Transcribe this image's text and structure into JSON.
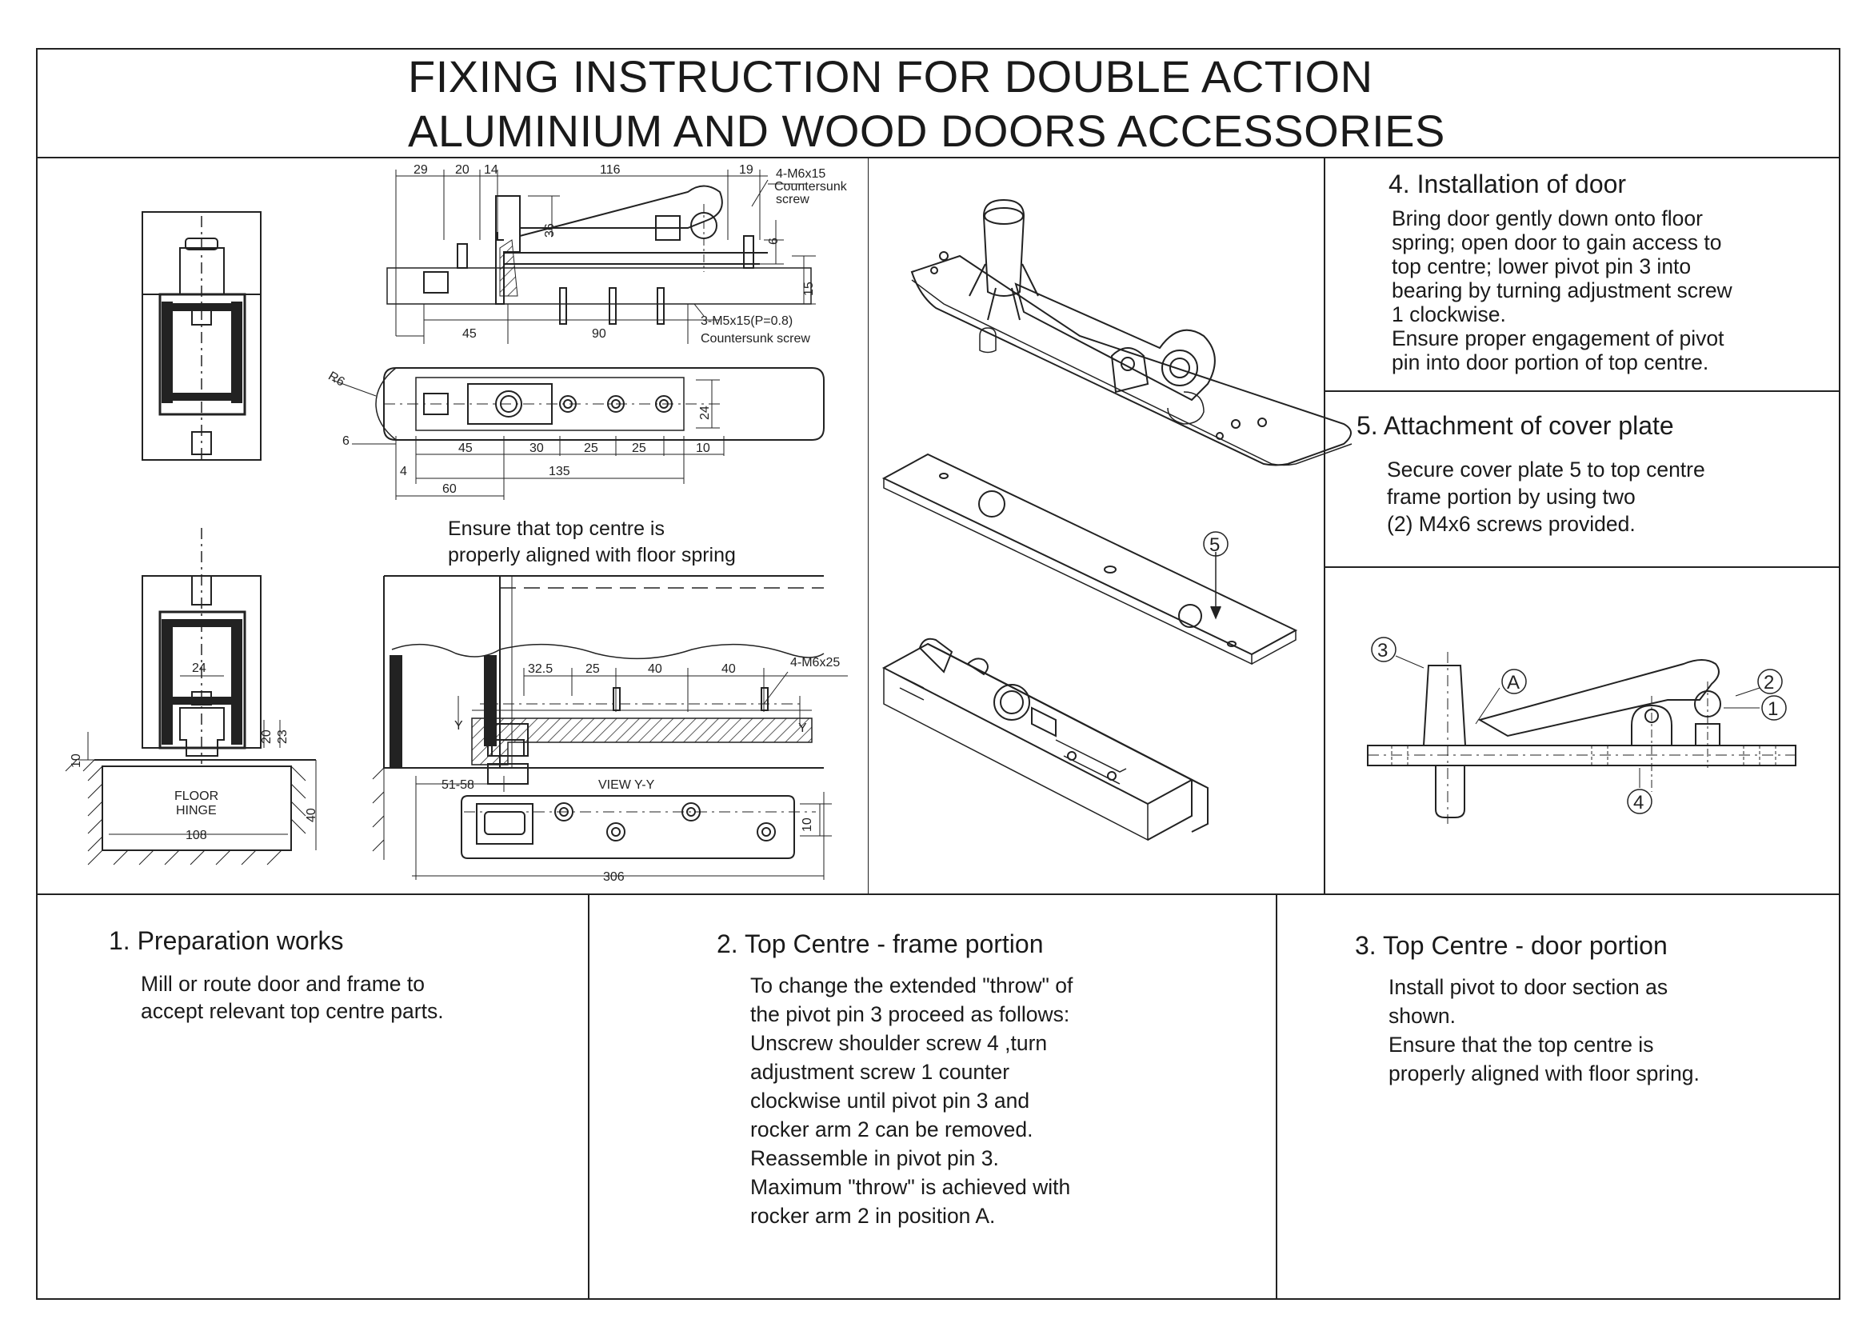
{
  "title": {
    "line1": "FIXING INSTRUCTION FOR DOUBLE ACTION",
    "line2": "ALUMINIUM AND WOOD DOORS ACCESSORIES"
  },
  "sections": {
    "s1": {
      "heading": "1. Preparation works",
      "lines": [
        "Mill or route door and frame to",
        "accept relevant top centre parts."
      ]
    },
    "s2": {
      "heading": "2. Top Centre - frame portion",
      "lines": [
        "To change the extended \"throw\" of",
        "the pivot pin 3 proceed as follows:",
        "Unscrew shoulder screw 4 ,turn",
        "adjustment screw 1 counter",
        "clockwise until pivot pin 3 and",
        "rocker arm 2 can be removed.",
        "Reassemble in pivot pin 3.",
        "Maximum \"throw\" is achieved with",
        "rocker arm 2 in position A."
      ]
    },
    "s3": {
      "heading": "3. Top Centre - door portion",
      "lines": [
        "Install pivot to door section as",
        "shown.",
        "Ensure that the top centre is",
        "properly aligned with floor spring."
      ]
    },
    "s4": {
      "heading": "4. Installation of door",
      "lines": [
        "Bring door gently down onto floor",
        "spring; open door to gain access to",
        "top centre; lower pivot pin 3 into",
        "bearing by turning adjustment screw",
        "1 clockwise.",
        "Ensure proper engagement of pivot",
        "pin into door portion of top centre."
      ]
    },
    "s5": {
      "heading": "5. Attachment of cover plate",
      "lines": [
        "Secure cover plate 5 to top centre",
        "frame portion by using two",
        "(2) M4x6 screws provided."
      ]
    }
  },
  "drawing": {
    "align_note": [
      "Ensure that top centre is",
      "properly aligned with floor spring"
    ],
    "top_dims": {
      "d29": "29",
      "d20": "20",
      "d14": "14",
      "d116": "116",
      "d19": "19",
      "screw_top": [
        "4-M6x15",
        "Countersunk",
        "screw"
      ],
      "d36": "36",
      "d6": "6",
      "d15": "15",
      "d45": "45",
      "d90": "90",
      "screw_bottom": [
        "3-M5x15(P=0.8)",
        "Countersunk screw"
      ]
    },
    "plan_dims": {
      "r6": "R6",
      "d24": "24",
      "d6": "6",
      "d4": "4",
      "d45": "45",
      "d30": "30",
      "d25a": "25",
      "d25b": "25",
      "d10": "10",
      "d135": "135",
      "d60": "60"
    },
    "floor": {
      "d24": "24",
      "d20": "20",
      "d23": "23",
      "d10": "10",
      "d40": "40",
      "d108": "108",
      "label": [
        "FLOOR",
        "HINGE"
      ]
    },
    "section": {
      "d325": "32.5",
      "d25": "25",
      "d40a": "40",
      "d40b": "40",
      "screw": "4-M6x25",
      "y1": "Y",
      "y2": "Y",
      "d5158": "51-58",
      "view": "VIEW Y-Y",
      "d10": "10",
      "d306": "306"
    },
    "callouts": {
      "c5": "5",
      "c3": "3",
      "cA": "A",
      "c2": "2",
      "c1": "1",
      "c4": "4"
    }
  }
}
